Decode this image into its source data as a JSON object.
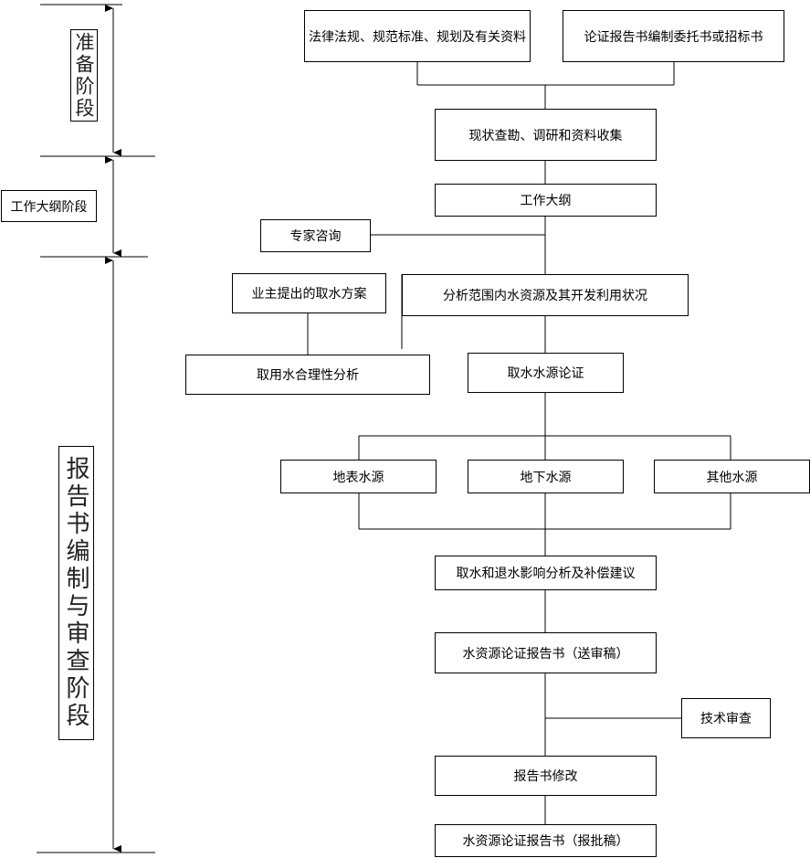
{
  "stages": {
    "prepare": "准备阶段",
    "outline": "工作大纲阶段",
    "report": "报告书编制与审查阶段"
  },
  "nodes": {
    "laws": "法律法规、规范标准、规划及有关资料",
    "commission": "论证报告书编制委托书或招标书",
    "survey": "现状查勘、调研和资料收集",
    "outline": "工作大纲",
    "expert": "专家咨询",
    "owner_plan": "业主提出的取水方案",
    "analysis": "分析范围内水资源及其开发利用状况",
    "rationality": "取用水合理性分析",
    "source_demo": "取水水源论证",
    "surface": "地表水源",
    "ground": "地下水源",
    "other": "其他水源",
    "impact": "取水和退水影响分析及补偿建议",
    "draft_review": "水资源论证报告书（送审稿）",
    "tech_review": "技术审查",
    "revise": "报告书修改",
    "draft_approve": "水资源论证报告书（报批稿）"
  }
}
